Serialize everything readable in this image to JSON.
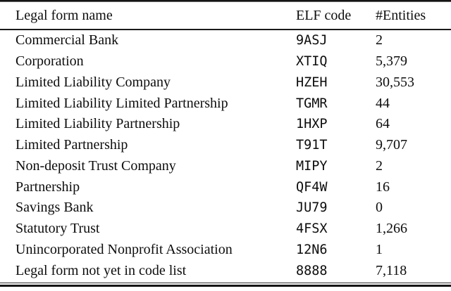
{
  "table": {
    "headers": {
      "name": "Legal form name",
      "code": "ELF code",
      "entities": "#Entities"
    },
    "rows": [
      {
        "name": "Commercial Bank",
        "code": "9ASJ",
        "entities": "2"
      },
      {
        "name": "Corporation",
        "code": "XTIQ",
        "entities": "5,379"
      },
      {
        "name": "Limited Liability Company",
        "code": "HZEH",
        "entities": "30,553"
      },
      {
        "name": "Limited Liability Limited Partnership",
        "code": "TGMR",
        "entities": "44"
      },
      {
        "name": "Limited Liability Partnership",
        "code": "1HXP",
        "entities": "64"
      },
      {
        "name": "Limited Partnership",
        "code": "T91T",
        "entities": "9,707"
      },
      {
        "name": "Non-deposit Trust Company",
        "code": "MIPY",
        "entities": "2"
      },
      {
        "name": "Partnership",
        "code": "QF4W",
        "entities": "16"
      },
      {
        "name": "Savings Bank",
        "code": "JU79",
        "entities": "0"
      },
      {
        "name": "Statutory Trust",
        "code": "4FSX",
        "entities": "1,266"
      },
      {
        "name": "Unincorporated Nonprofit Association",
        "code": "12N6",
        "entities": "1"
      },
      {
        "name": "Legal form not yet in code list",
        "code": "8888",
        "entities": "7,118"
      }
    ],
    "colors": {
      "text": "#0d0d0d",
      "rule": "#141414",
      "background": "#ffffff"
    }
  }
}
